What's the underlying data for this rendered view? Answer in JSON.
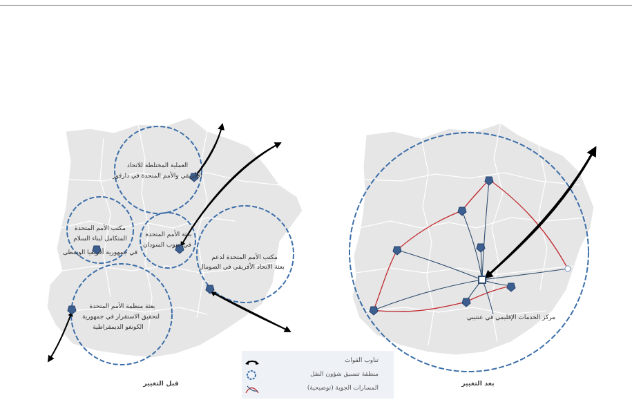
{
  "panels": {
    "before_title": "قبل التغيير",
    "after_title": "بعد التغيير"
  },
  "before": {
    "missions": [
      {
        "line1": "العملية المختلطة للاتحاد",
        "line2": "الأفريقي والأمم المتحدة في دارفور",
        "line3": ""
      },
      {
        "line1": "مكتب الأمم المتحدة",
        "line2": "المتكامل لبناء السلام",
        "line3": "في جمهورية أفريقيا الوسطى"
      },
      {
        "line1": "بعثة الأمم المتحدة",
        "line2": "في جنوب السودان",
        "line3": ""
      },
      {
        "line1": "مكتب الأمم المتحدة لدعم",
        "line2": "بعثة الاتحاد الأفريقي في الصومال",
        "line3": ""
      },
      {
        "line1": "بعثة منظمة الأمم المتحدة",
        "line2": "لتحقيق الاستقرار في جمهورية",
        "line3": "الكونغو الديمقراطية"
      }
    ]
  },
  "after": {
    "hub_label": "مركز الخدمات الإقليمي في عنتيبي"
  },
  "legend": {
    "items": [
      {
        "label": "تناوب القوات",
        "icon": "rotation-arrow-icon"
      },
      {
        "label": "منطقة تنسيق شؤون النقل",
        "icon": "coordination-zone-icon"
      },
      {
        "label": "المسارات الجوية (توضيحية)",
        "icon": "air-route-icon"
      }
    ]
  },
  "colors": {
    "map_fill": "#e6e6e6",
    "map_border": "#ffffff",
    "circle": "#3c6ea8",
    "node": "#3d5f8f",
    "route_red": "#c0272d",
    "route_navy": "#2f4d6e",
    "arrow": "#000000",
    "legend_bg": "#eef2f7"
  }
}
